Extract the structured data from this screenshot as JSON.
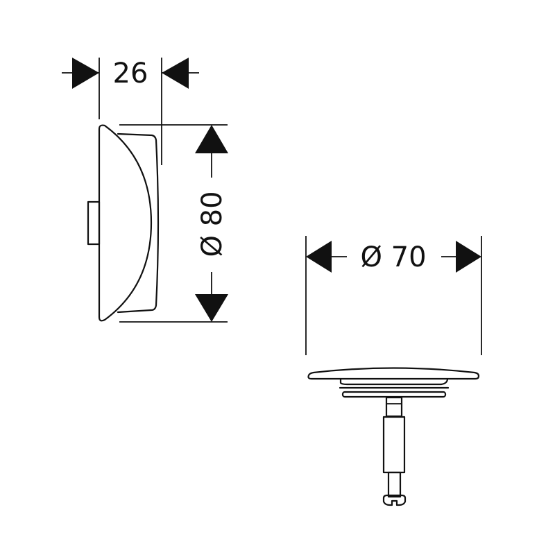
{
  "drawing": {
    "side_view": {
      "depth_dimension": "26",
      "diameter_dimension": "Ø 80"
    },
    "front_view": {
      "diameter_dimension": "Ø 70"
    },
    "line_color": "#111111"
  }
}
